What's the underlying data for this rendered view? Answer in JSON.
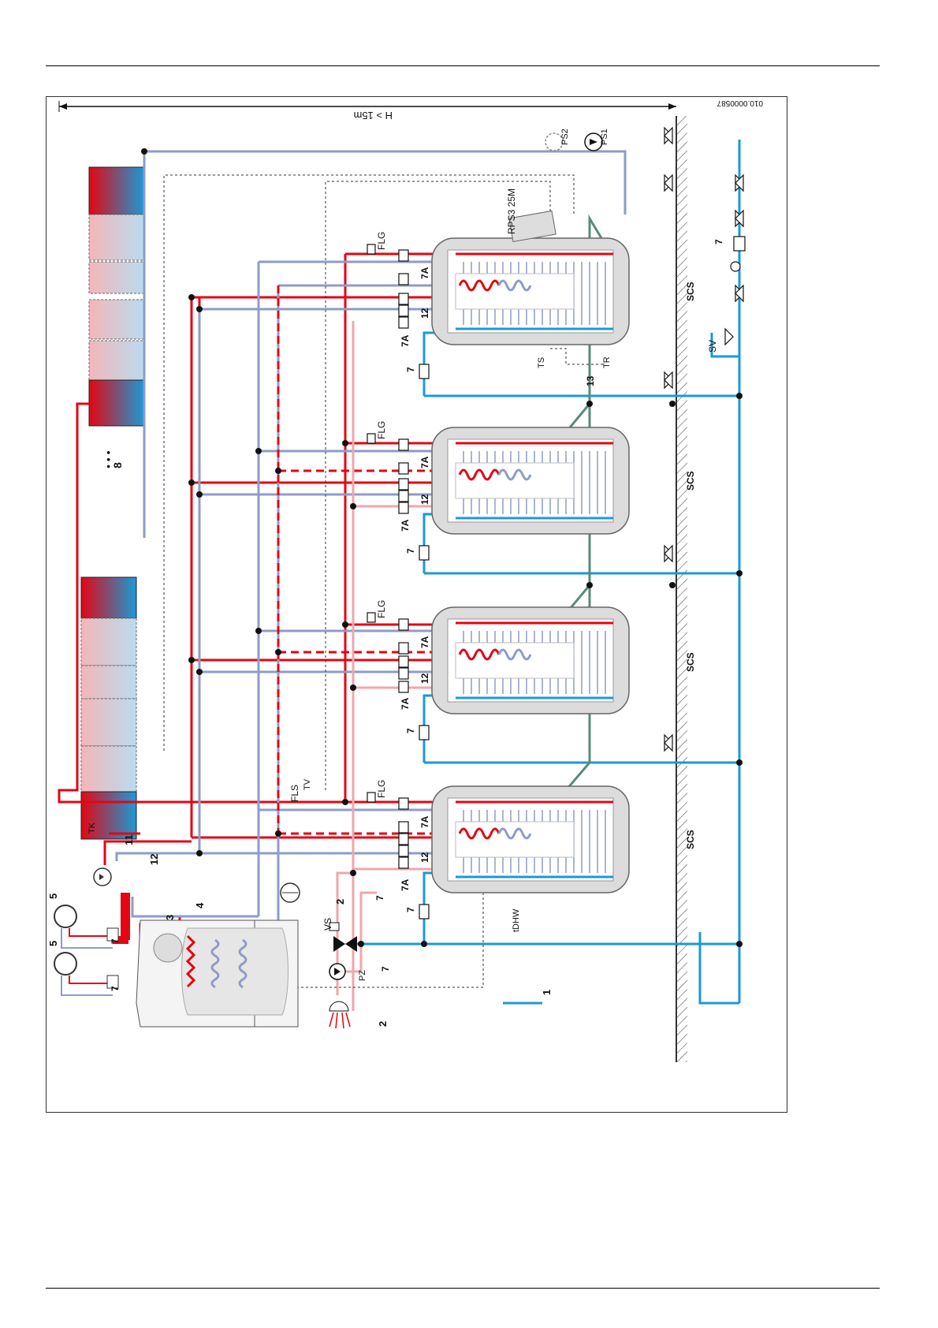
{
  "doc_id": "010.0000587",
  "height_note": "H > 15m",
  "labels": {
    "n1": "1",
    "n2": "2",
    "n3": "3",
    "n4": "4",
    "n5": "5",
    "n7": "7",
    "n7A": "7A",
    "n8": "8",
    "n11": "11",
    "n12": "12",
    "n13": "13",
    "scs": "SCS",
    "flg": "FLG",
    "fls": "FLS",
    "vs": "VS",
    "sv": "SV",
    "rps": "RPS3 25M",
    "pz": "PZ",
    "ps1": "PS1",
    "ps2": "PS2",
    "tk": "TK",
    "tv": "TV",
    "ts": "TS",
    "tr": "TR",
    "tdhw": "tDHW"
  },
  "colors": {
    "hot": "#e30613",
    "return": "#8f9bc9",
    "cold": "#1a9ad6",
    "circulation": "#f0a6ad",
    "sensor": "#5a8a7a",
    "tank": "#d9d9d9",
    "frame": "#333333"
  }
}
